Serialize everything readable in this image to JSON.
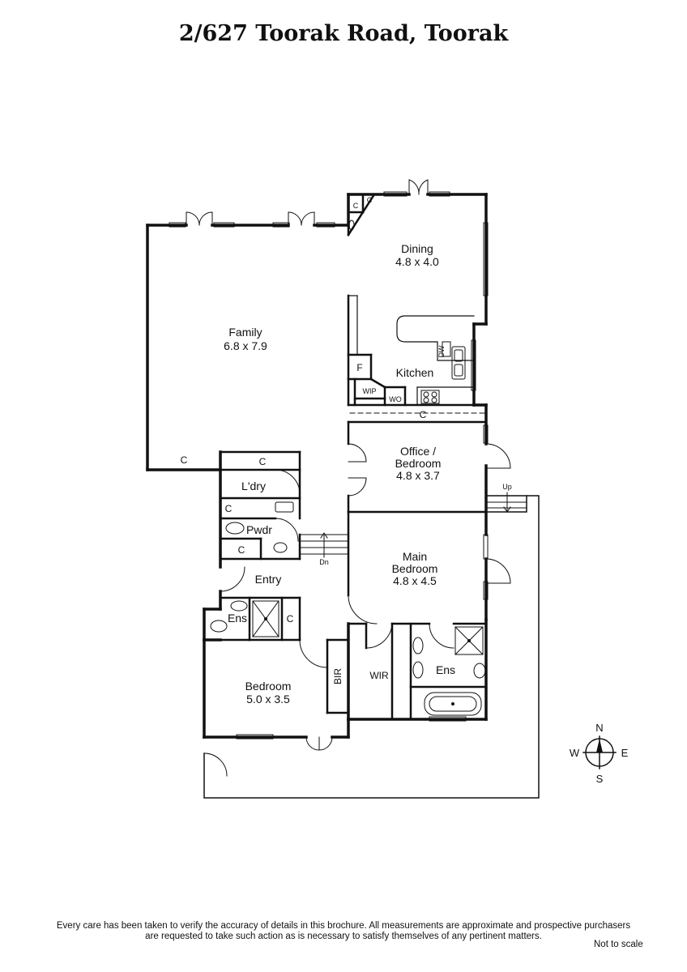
{
  "title": "2/627 Toorak Road, Toorak",
  "rooms": {
    "family": {
      "name": "Family",
      "size": "6.8 x 7.9"
    },
    "dining": {
      "name": "Dining",
      "size": "4.8 x 4.0"
    },
    "kitchen": {
      "name": "Kitchen"
    },
    "office": {
      "name_line1": "Office /",
      "name_line2": "Bedroom",
      "size": "4.8 x 3.7"
    },
    "main_bedroom": {
      "name_line1": "Main",
      "name_line2": "Bedroom",
      "size": "4.8 x 4.5"
    },
    "bedroom": {
      "name": "Bedroom",
      "size": "5.0 x 3.5"
    },
    "laundry": {
      "name": "L'dry"
    },
    "powder": {
      "name": "Pwdr"
    },
    "entry": {
      "name": "Entry"
    },
    "ensuite_main": {
      "name": "Ens"
    },
    "ensuite_bed": {
      "name": "Ens"
    },
    "wir": {
      "name": "WIR"
    },
    "bir": {
      "name": "BIR"
    }
  },
  "fixtures": {
    "cupboard": "C",
    "fridge": "F",
    "wip": "WIP",
    "wo": "WO",
    "dw": "DW",
    "stairs_up": "Up",
    "stairs_down": "Dn"
  },
  "compass": {
    "north": "N",
    "south": "S",
    "east": "E",
    "west": "W"
  },
  "footer": {
    "disclaimer_line1": "Every care has been taken to verify the accuracy of details in this brochure.  All measurements are approximate and prospective purchasers",
    "disclaimer_line2": "are requested to take such action as is necessary to satisfy themselves of any pertinent matters.",
    "scale_note": "Not to scale"
  }
}
